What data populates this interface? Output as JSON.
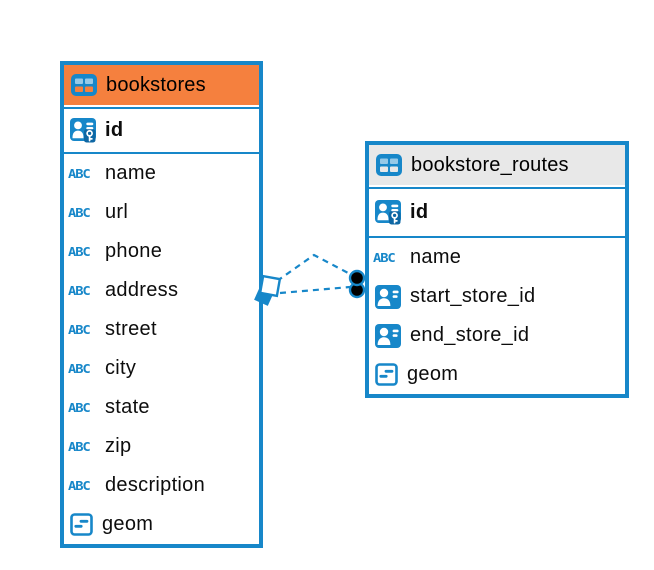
{
  "diagram": {
    "colors": {
      "accent_blue": "#1787c9",
      "orange_header": "#f5803e",
      "gray_header": "#e8e8e8",
      "endpoint_dot": "#000000",
      "background": "#ffffff"
    },
    "icon_glyphs": {
      "text-type-icon": "ABC"
    },
    "tables": [
      {
        "name": "bookstores",
        "header_bg": "#f5803e",
        "keys": [
          {
            "label": "id",
            "icon": "primary-key-icon"
          }
        ],
        "fields": [
          {
            "label": "name",
            "icon": "text-type-icon"
          },
          {
            "label": "url",
            "icon": "text-type-icon"
          },
          {
            "label": "phone",
            "icon": "text-type-icon"
          },
          {
            "label": "address",
            "icon": "text-type-icon"
          },
          {
            "label": "street",
            "icon": "text-type-icon"
          },
          {
            "label": "city",
            "icon": "text-type-icon"
          },
          {
            "label": "state",
            "icon": "text-type-icon"
          },
          {
            "label": "zip",
            "icon": "text-type-icon"
          },
          {
            "label": "description",
            "icon": "text-type-icon"
          },
          {
            "label": "geom",
            "icon": "geometry-type-icon"
          }
        ]
      },
      {
        "name": "bookstore_routes",
        "header_bg": "#e8e8e8",
        "keys": [
          {
            "label": "id",
            "icon": "primary-key-icon"
          }
        ],
        "fields": [
          {
            "label": "name",
            "icon": "text-type-icon"
          },
          {
            "label": "start_store_id",
            "icon": "foreign-key-icon"
          },
          {
            "label": "end_store_id",
            "icon": "foreign-key-icon"
          },
          {
            "label": "geom",
            "icon": "geometry-type-icon"
          }
        ]
      }
    ],
    "relationships": [
      {
        "from": "bookstores",
        "to": "bookstore_routes",
        "style": "dashed"
      },
      {
        "from": "bookstores",
        "to": "bookstore_routes",
        "style": "dashed"
      }
    ]
  }
}
